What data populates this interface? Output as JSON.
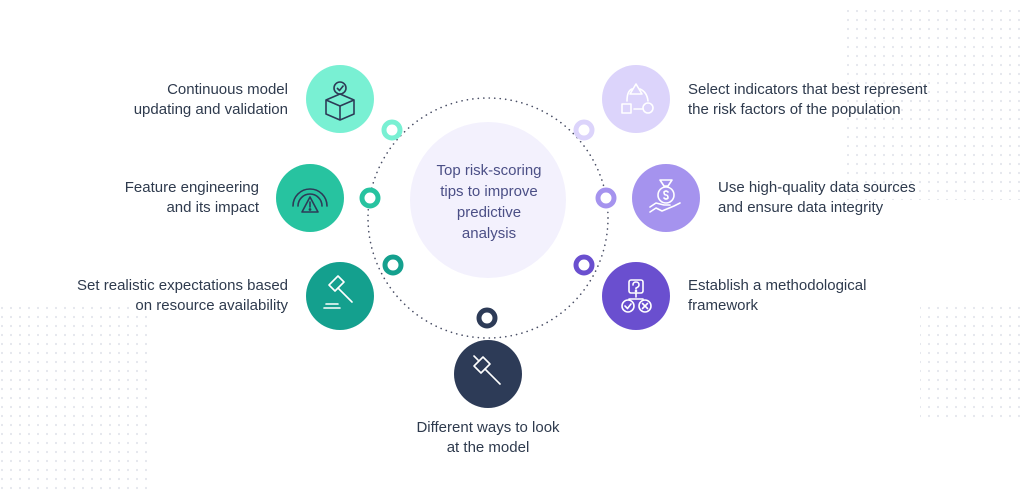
{
  "center": {
    "title_lines": [
      "Top risk-scoring",
      "tips to improve",
      "predictive",
      "analysis"
    ]
  },
  "items": [
    {
      "id": "continuous-model-updating",
      "lines": [
        "Continuous model",
        "updating and validation"
      ],
      "icon": "box-check-icon",
      "color": "#79f0d3"
    },
    {
      "id": "feature-engineering",
      "lines": [
        "Feature engineering",
        "and its impact"
      ],
      "icon": "gauge-warning-icon",
      "color": "#27c3a0"
    },
    {
      "id": "realistic-expectations",
      "lines": [
        "Set realistic expectations based",
        "on resource availability"
      ],
      "icon": "gavel-icon",
      "color": "#14a08e"
    },
    {
      "id": "different-ways",
      "lines": [
        "Different ways to look",
        "at the model"
      ],
      "icon": "hammer-icon",
      "color": "#2d3b57"
    },
    {
      "id": "select-indicators",
      "lines": [
        "Select indicators that best represent",
        "the risk factors of the population"
      ],
      "icon": "process-cycle-icon",
      "color": "#dcd4fb"
    },
    {
      "id": "high-quality-data",
      "lines": [
        "Use high-quality data sources",
        "and ensure data integrity"
      ],
      "icon": "hand-money-icon",
      "color": "#a593ee"
    },
    {
      "id": "methodological-framework",
      "lines": [
        "Establish a methodological",
        "framework"
      ],
      "icon": "question-check-cross-icon",
      "color": "#6a4fcf"
    }
  ],
  "colors": {
    "text": "#2e3a4d",
    "center_text": "#4b4f86",
    "center_fill": "#f3f1fd",
    "ring_dots": "#4a4f66"
  }
}
